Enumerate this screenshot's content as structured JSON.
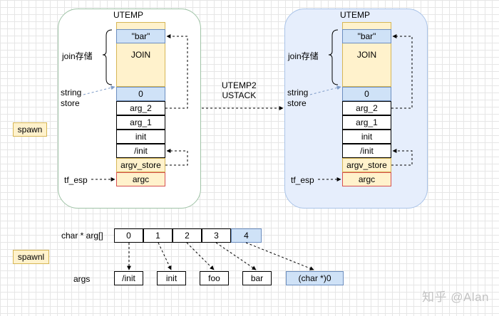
{
  "left_stack": {
    "title": "UTEMP",
    "join_top": "\"bar\"",
    "join_label": "JOIN",
    "cells": [
      "0",
      "arg_2",
      "arg_1",
      "init",
      "/init",
      "argv_store",
      "argc"
    ],
    "join_side_label": "join存储",
    "string_store_label": "string\nstore",
    "tf_esp_label": "tf_esp"
  },
  "right_stack": {
    "title": "UTEMP",
    "join_top": "\"bar\"",
    "join_label": "JOIN",
    "cells": [
      "0",
      "arg_2",
      "arg_1",
      "init",
      "/init",
      "argv_store",
      "argc"
    ],
    "join_side_label": "join存储",
    "string_store_label": "string\nstore",
    "tf_esp_label": "tf_esp"
  },
  "middle_label": "UTEMP2\nUSTACK",
  "tags": {
    "spawn": "spawn",
    "spawnl": "spawnl"
  },
  "argv_array": {
    "label": "char * arg[]",
    "indices": [
      "0",
      "1",
      "2",
      "3",
      "4"
    ]
  },
  "args": {
    "label": "args",
    "values": [
      "/init",
      "init",
      "foo",
      "bar",
      "(char *)0"
    ]
  },
  "watermark": "知乎 @Alan"
}
